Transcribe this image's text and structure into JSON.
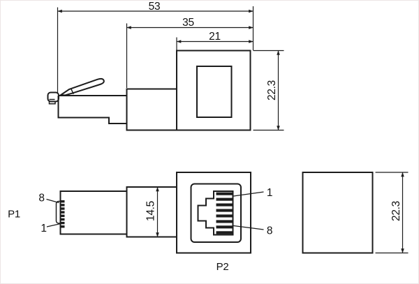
{
  "colors": {
    "ink": "#1c1c1c",
    "background": "#ffffff",
    "page_border": "#ece5e5"
  },
  "top_view": {
    "dim_overall_length": "53",
    "dim_boot_and_body_length": "35",
    "dim_body_length": "21",
    "dim_body_height": "22.3"
  },
  "front_views": {
    "plug_label": "P1",
    "plug_pin_top": "8",
    "plug_pin_bottom": "1",
    "dim_plug_height": "14.5",
    "jack_label": "P2",
    "jack_pin_top": "1",
    "jack_pin_bottom": "8"
  },
  "side_view": {
    "dim_body_height": "22.3"
  }
}
